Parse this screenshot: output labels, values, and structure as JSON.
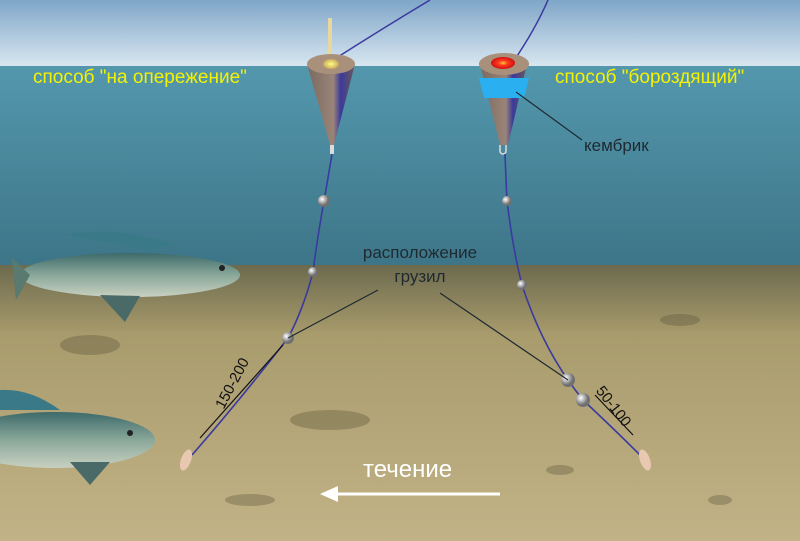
{
  "labels": {
    "method_left": "способ \"на опережение\"",
    "method_right": "способ \"бороздящий\"",
    "cambric": "кембрик",
    "weights_line1": "расположение",
    "weights_line2": "грузил",
    "dim_left": "150-200",
    "dim_right": "50-100",
    "current": "течение"
  },
  "colors": {
    "label_yellow": "#f4f200",
    "water_top": "#5aa0b8",
    "water_deep": "#2f5a68",
    "sand": "#b3a474",
    "line": "#3a3aa0",
    "cambric": "#2ab0f0"
  }
}
